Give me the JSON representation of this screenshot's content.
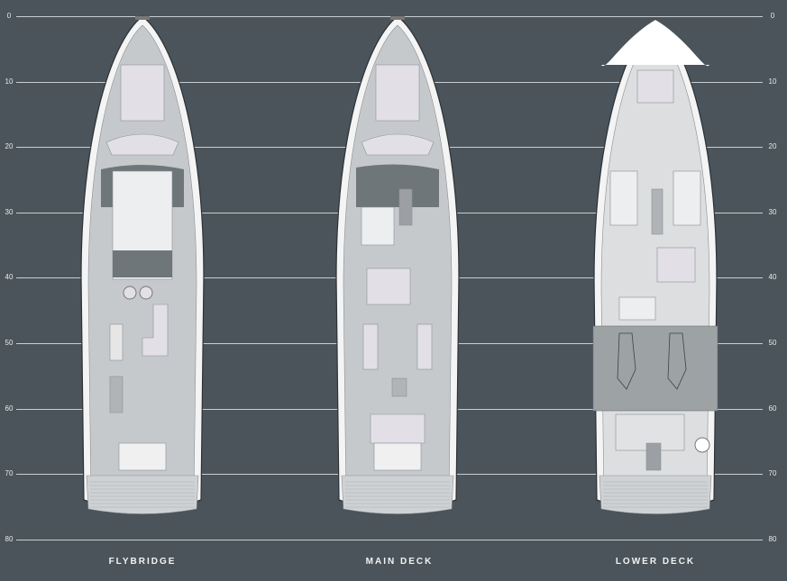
{
  "scale": {
    "ticks": [
      "0",
      "10",
      "20",
      "30",
      "40",
      "50",
      "60",
      "70",
      "80"
    ]
  },
  "decks": [
    {
      "id": "flybridge",
      "label": "FLYBRIDGE"
    },
    {
      "id": "main-deck",
      "label": "MAIN DECK"
    },
    {
      "id": "lower-deck",
      "label": "LOWER DECK"
    }
  ],
  "colors": {
    "background": "#4b545a",
    "hull": "#f4f4f4",
    "deck": "#c6c9cc",
    "dark_panel": "#6f7679",
    "furniture": "#e2e0e6",
    "engine_room": "#9da2a5"
  }
}
